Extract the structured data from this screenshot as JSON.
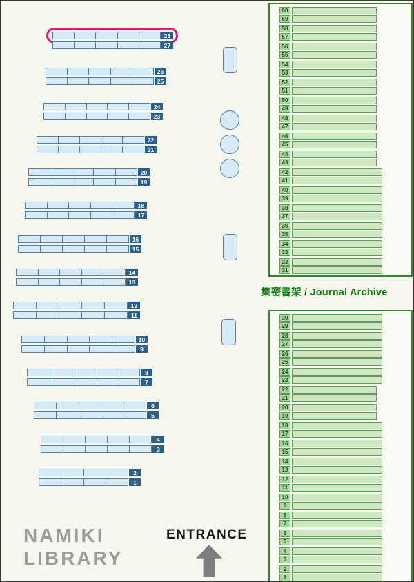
{
  "page": {
    "library_name_line1": "NAMIKI",
    "library_name_line2": "LIBRARY",
    "entrance_label": "ENTRANCE"
  },
  "colors": {
    "page_bg": "#f6f6ef",
    "panel_bg": "#fbfbf5",
    "shelf_fill": "#d8eaf6",
    "shelf_border": "#4f7ea3",
    "shelf_badge_bg": "#2c6089",
    "shelf_badge_text": "#ffffff",
    "highlight_pink": "#f11073",
    "archive_panel_border": "#2d8a2d",
    "archive_bar_fill": "#cfe8c2",
    "archive_bar_border": "#55a055",
    "archive_badge_bg": "#a9d89c",
    "archive_badge_text": "#1b4d1b",
    "archive_label_text": "#117d11",
    "library_name_text": "#9c9c9c",
    "entrance_text": "#151515",
    "arrow_gray": "#7e7e7e"
  },
  "floor_shelves": {
    "rows": [
      "28",
      "27",
      "26",
      "25",
      "24",
      "23",
      "22",
      "21",
      "20",
      "19",
      "18",
      "17",
      "16",
      "15",
      "14",
      "13",
      "12",
      "11",
      "10",
      "9",
      "8",
      "7",
      "6",
      "5",
      "4",
      "3",
      "2",
      "1"
    ],
    "highlighted_row": "28"
  },
  "archive": {
    "label": "集密書架 / Journal Archive",
    "top_rows": [
      "60",
      "59",
      "58",
      "57",
      "56",
      "55",
      "54",
      "53",
      "52",
      "51",
      "50",
      "49",
      "48",
      "47",
      "46",
      "45",
      "44",
      "43",
      "42",
      "41",
      "40",
      "39",
      "38",
      "37",
      "36",
      "35",
      "34",
      "33",
      "32",
      "31"
    ],
    "bottom_rows": [
      "30",
      "29",
      "28",
      "27",
      "26",
      "25",
      "24",
      "23",
      "22",
      "21",
      "20",
      "19",
      "18",
      "17",
      "16",
      "15",
      "14",
      "13",
      "12",
      "11",
      "10",
      "9",
      "8",
      "7",
      "6",
      "5",
      "4",
      "3",
      "2",
      "1"
    ]
  }
}
